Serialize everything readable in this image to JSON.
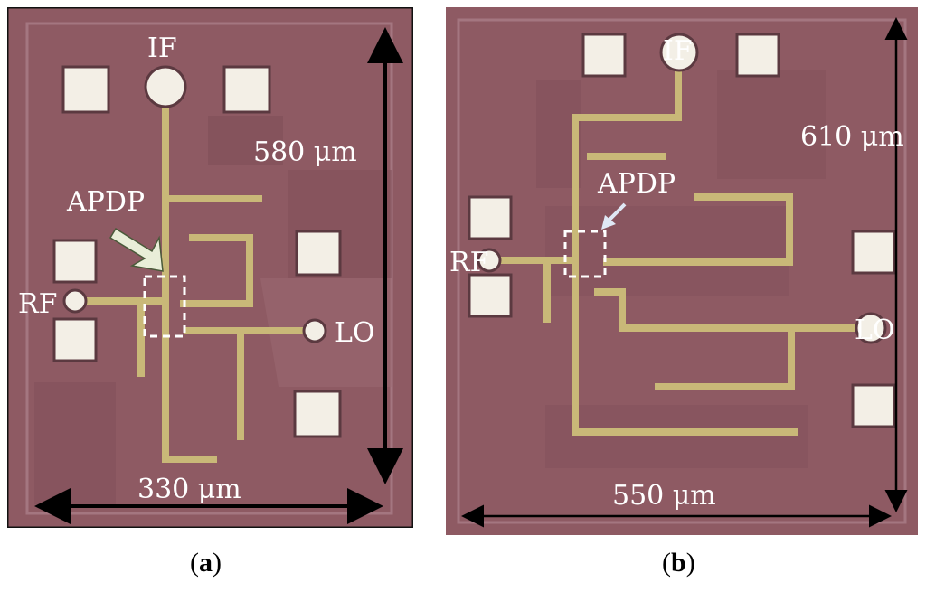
{
  "panels": [
    {
      "id": "a",
      "caption_letter": "a",
      "labels": {
        "if": "IF",
        "rf": "RF",
        "lo": "LO",
        "apdp": "APDP",
        "height": "580 μm",
        "width": "330 μm"
      }
    },
    {
      "id": "b",
      "caption_letter": "b",
      "labels": {
        "if": "IF",
        "rf": "RF",
        "lo": "LO",
        "apdp": "APDP",
        "height": "610 μm",
        "width": "550 μm"
      }
    }
  ],
  "colors": {
    "die": "#8e5a63",
    "die_dark": "#7d4b55",
    "metal": "#c9b878",
    "pad": "#f3efe6",
    "frame": "#1a1a1a"
  }
}
